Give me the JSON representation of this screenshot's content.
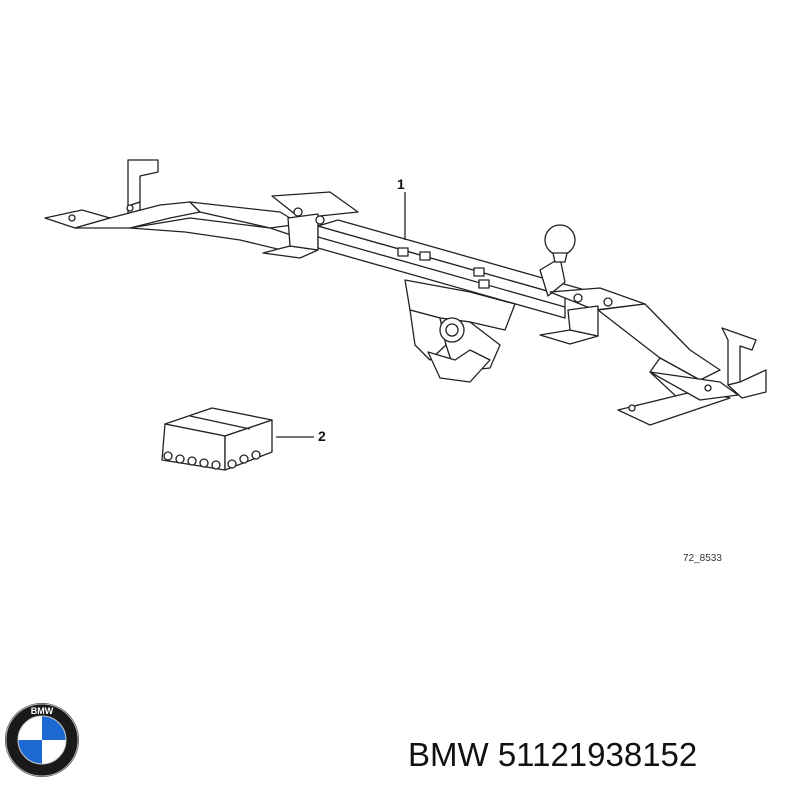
{
  "callouts": {
    "item1": "1",
    "item2": "2"
  },
  "reference_code": "72_8533",
  "footer": {
    "brand": "BMW",
    "part_number": "51121938152"
  },
  "logo": {
    "name": "bmw-roundel",
    "text": "BMW",
    "colors": {
      "blue": "#1c69d4",
      "white": "#ffffff",
      "ring": "#1a1a1a"
    }
  }
}
